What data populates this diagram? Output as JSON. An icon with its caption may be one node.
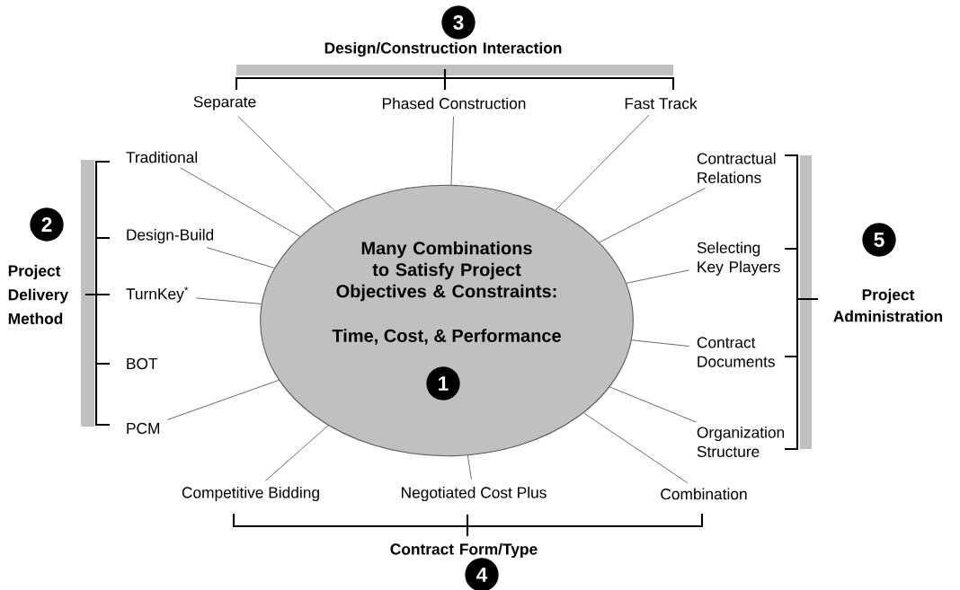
{
  "diagram": {
    "nodes": [
      {
        "text": [
          "Many Combinations to Satisfy Project Objectives & Constraints:",
          "Time, Cost, & Performance",
          "1"
        ]
      },
      {
        "text": [
          "Separate"
        ]
      },
      {
        "text": [
          "Phased Construction"
        ]
      },
      {
        "text": [
          "Fast Track"
        ]
      },
      {
        "text": [
          "Traditional"
        ]
      },
      {
        "text": [
          "Contractual Relations"
        ]
      },
      {
        "text": [
          "Design-Build"
        ]
      },
      {
        "text": [
          "Selecting Key Players"
        ]
      },
      {
        "text": [
          "TurnKey$^{*}$"
        ]
      },
      {
        "text": [
          "Contract Documents"
        ]
      },
      {
        "text": [
          "BOT"
        ]
      },
      {
        "text": [
          "PCM"
        ]
      },
      {
        "text": [
          "Organization Structure"
        ]
      },
      {
        "text": [
          "Competitive Bidding"
        ]
      },
      {
        "text": [
          "Negotiated Cost Plus"
        ]
      },
      {
        "text": [
          "Combination"
        ]
      }
    ],
    "edges": [
      {
        "from": 0,
        "to": 1,
        "arrow": "none"
      },
      {
        "from": 0,
        "to": 2,
        "arrow": "none"
      },
      {
        "from": 0,
        "to": 3,
        "arrow": "none"
      },
      {
        "from": 0,
        "to": 4,
        "arrow": "none"
      },
      {
        "from": 0,
        "to": 5,
        "arrow": "none"
      },
      {
        "from": 0,
        "to": 6,
        "arrow": "none"
      },
      {
        "from": 0,
        "to": 7,
        "arrow": "none"
      },
      {
        "from": 0,
        "to": 8,
        "arrow": "none"
      },
      {
        "from": 0,
        "to": 9,
        "arrow": "none"
      },
      {
        "from": 0,
        "to": 11,
        "arrow": "none"
      },
      {
        "from": 0,
        "to": 12,
        "arrow": "none"
      },
      {
        "from": 0,
        "to": 13,
        "arrow": "none"
      },
      {
        "from": 0,
        "to": 14,
        "arrow": "none"
      },
      {
        "from": 0,
        "to": 15,
        "arrow": "none"
      }
    ],
    "labels": [
      "3",
      "Design/Construction Interaction",
      "2",
      "Project Delivery Method",
      "5",
      "Project Administration",
      "Contract Form/Type",
      "4"
    ]
  }
}
